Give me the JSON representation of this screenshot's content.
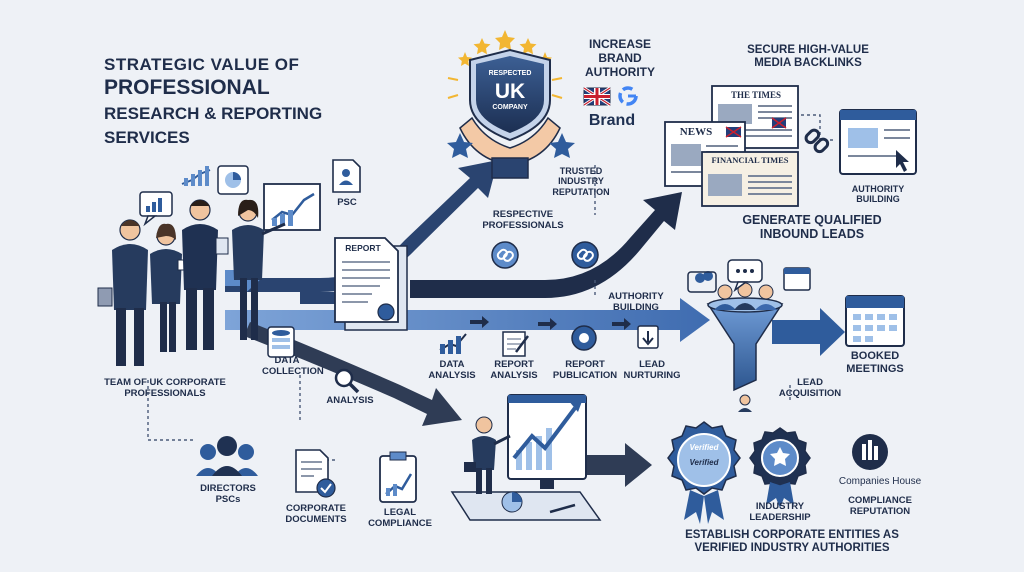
{
  "title": {
    "line1": "STRATEGIC VALUE OF",
    "line2": "PROFESSIONAL",
    "line3": "RESEARCH & REPORTING",
    "line4": "SERVICES"
  },
  "badge": {
    "line1": "RESPECTED",
    "line2": "UK",
    "line3": "COMPANY"
  },
  "labels": {
    "increase_brand_authority": [
      "INCREASE",
      "BRAND",
      "AUTHORITY"
    ],
    "brand": "Brand",
    "trusted_reputation": [
      "TRUSTED",
      "INDUSTRY",
      "REPUTATION"
    ],
    "secure_backlinks": [
      "SECURE HIGH-VALUE",
      "MEDIA BACKLINKS"
    ],
    "authority_building_top": [
      "AUTHORITY",
      "BUILDING"
    ],
    "generate_leads": [
      "GENERATE QUALIFIED",
      "INBOUND LEADS"
    ],
    "respective_professionals": [
      "RESPECTIVE",
      "PROFESSIONALS"
    ],
    "authority_building_mid": [
      "AUTHORITY",
      "BUILDING"
    ],
    "psc": "PSC",
    "report": "REPORT",
    "team": [
      "TEAM OF UK CORPORATE",
      "PROFESSIONALS"
    ],
    "data_collection": [
      "DATA",
      "COLLECTION"
    ],
    "analysis": "ANALYSIS",
    "data_analysis": [
      "DATA",
      "ANALYSIS"
    ],
    "report_analysis": [
      "REPORT",
      "ANALYSIS"
    ],
    "report_publication": [
      "REPORT",
      "PUBLICATION"
    ],
    "lead_nurturing": [
      "LEAD",
      "NURTURING"
    ],
    "booked_meetings": [
      "BOOKED",
      "MEETINGS"
    ],
    "lead_acquisition": [
      "LEAD",
      "ACQUISITION"
    ],
    "directors_pscs": [
      "DIRECTORS",
      "PSCs"
    ],
    "corporate_documents": [
      "CORPORATE",
      "DOCUMENTS"
    ],
    "legal_compliance": [
      "LEGAL",
      "COMPLIANCE"
    ],
    "industry_leadership": [
      "INDUSTRY",
      "LEADERSHIP"
    ],
    "companies_house": "Companies House",
    "compliance_reputation": [
      "COMPLIANCE",
      "REPUTATION"
    ],
    "establish": [
      "ESTABLISH CORPORATE ENTITIES AS",
      "VERIFIED INDUSTRY AUTHORITIES"
    ],
    "verified_badge": [
      "Verified",
      "Verified"
    ]
  },
  "newspapers": {
    "times": "THE TIMES",
    "news": "NEWS",
    "ft": "FINANCIAL TIMES"
  },
  "colors": {
    "navy": "#1f2d4a",
    "blue": "#2f5c9c",
    "light_blue": "#5d8bc9",
    "gold": "#f2b632"
  }
}
